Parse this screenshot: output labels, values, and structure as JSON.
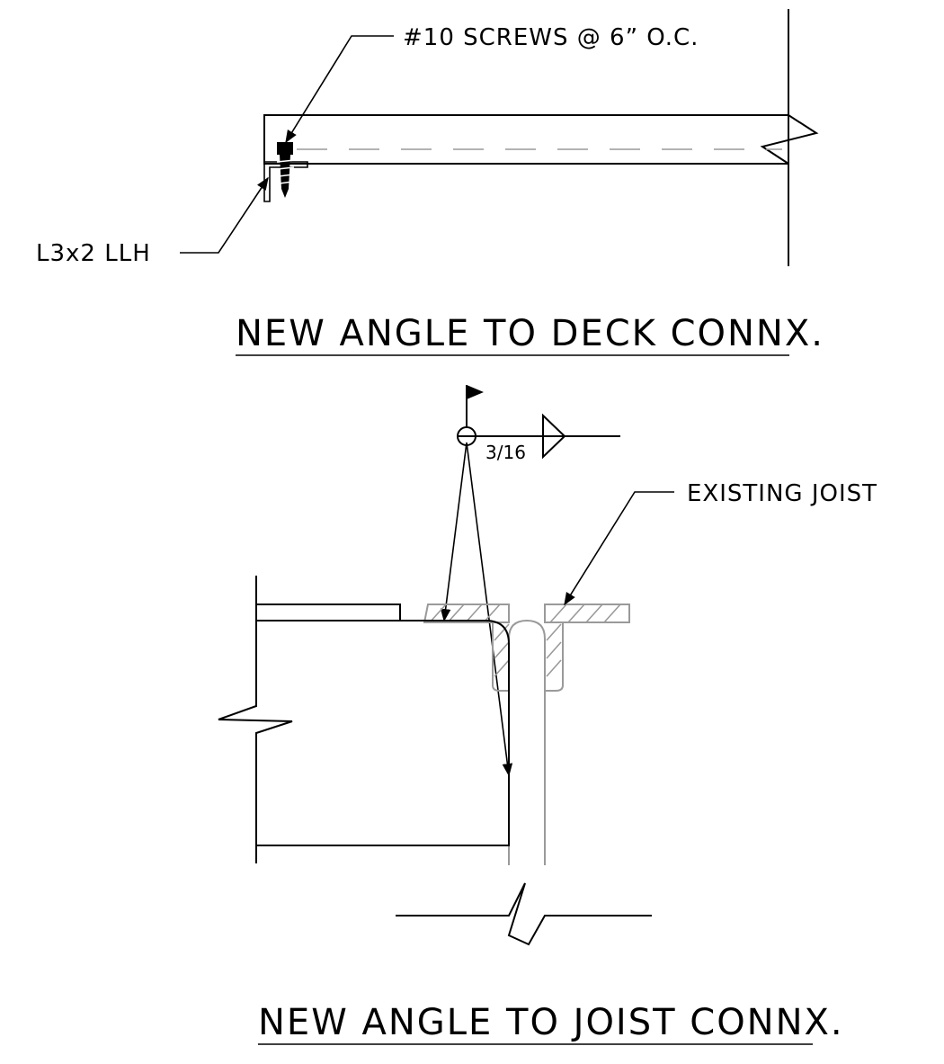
{
  "detail_1": {
    "screw_note": "#10 SCREWS @ 6” O.C.",
    "angle_note": "L3x2 LLH",
    "title": "NEW ANGLE TO DECK CONNX."
  },
  "detail_2": {
    "weld_size": "3/16",
    "joist_note": "EXISTING JOIST",
    "title": "NEW ANGLE TO JOIST CONNX."
  }
}
